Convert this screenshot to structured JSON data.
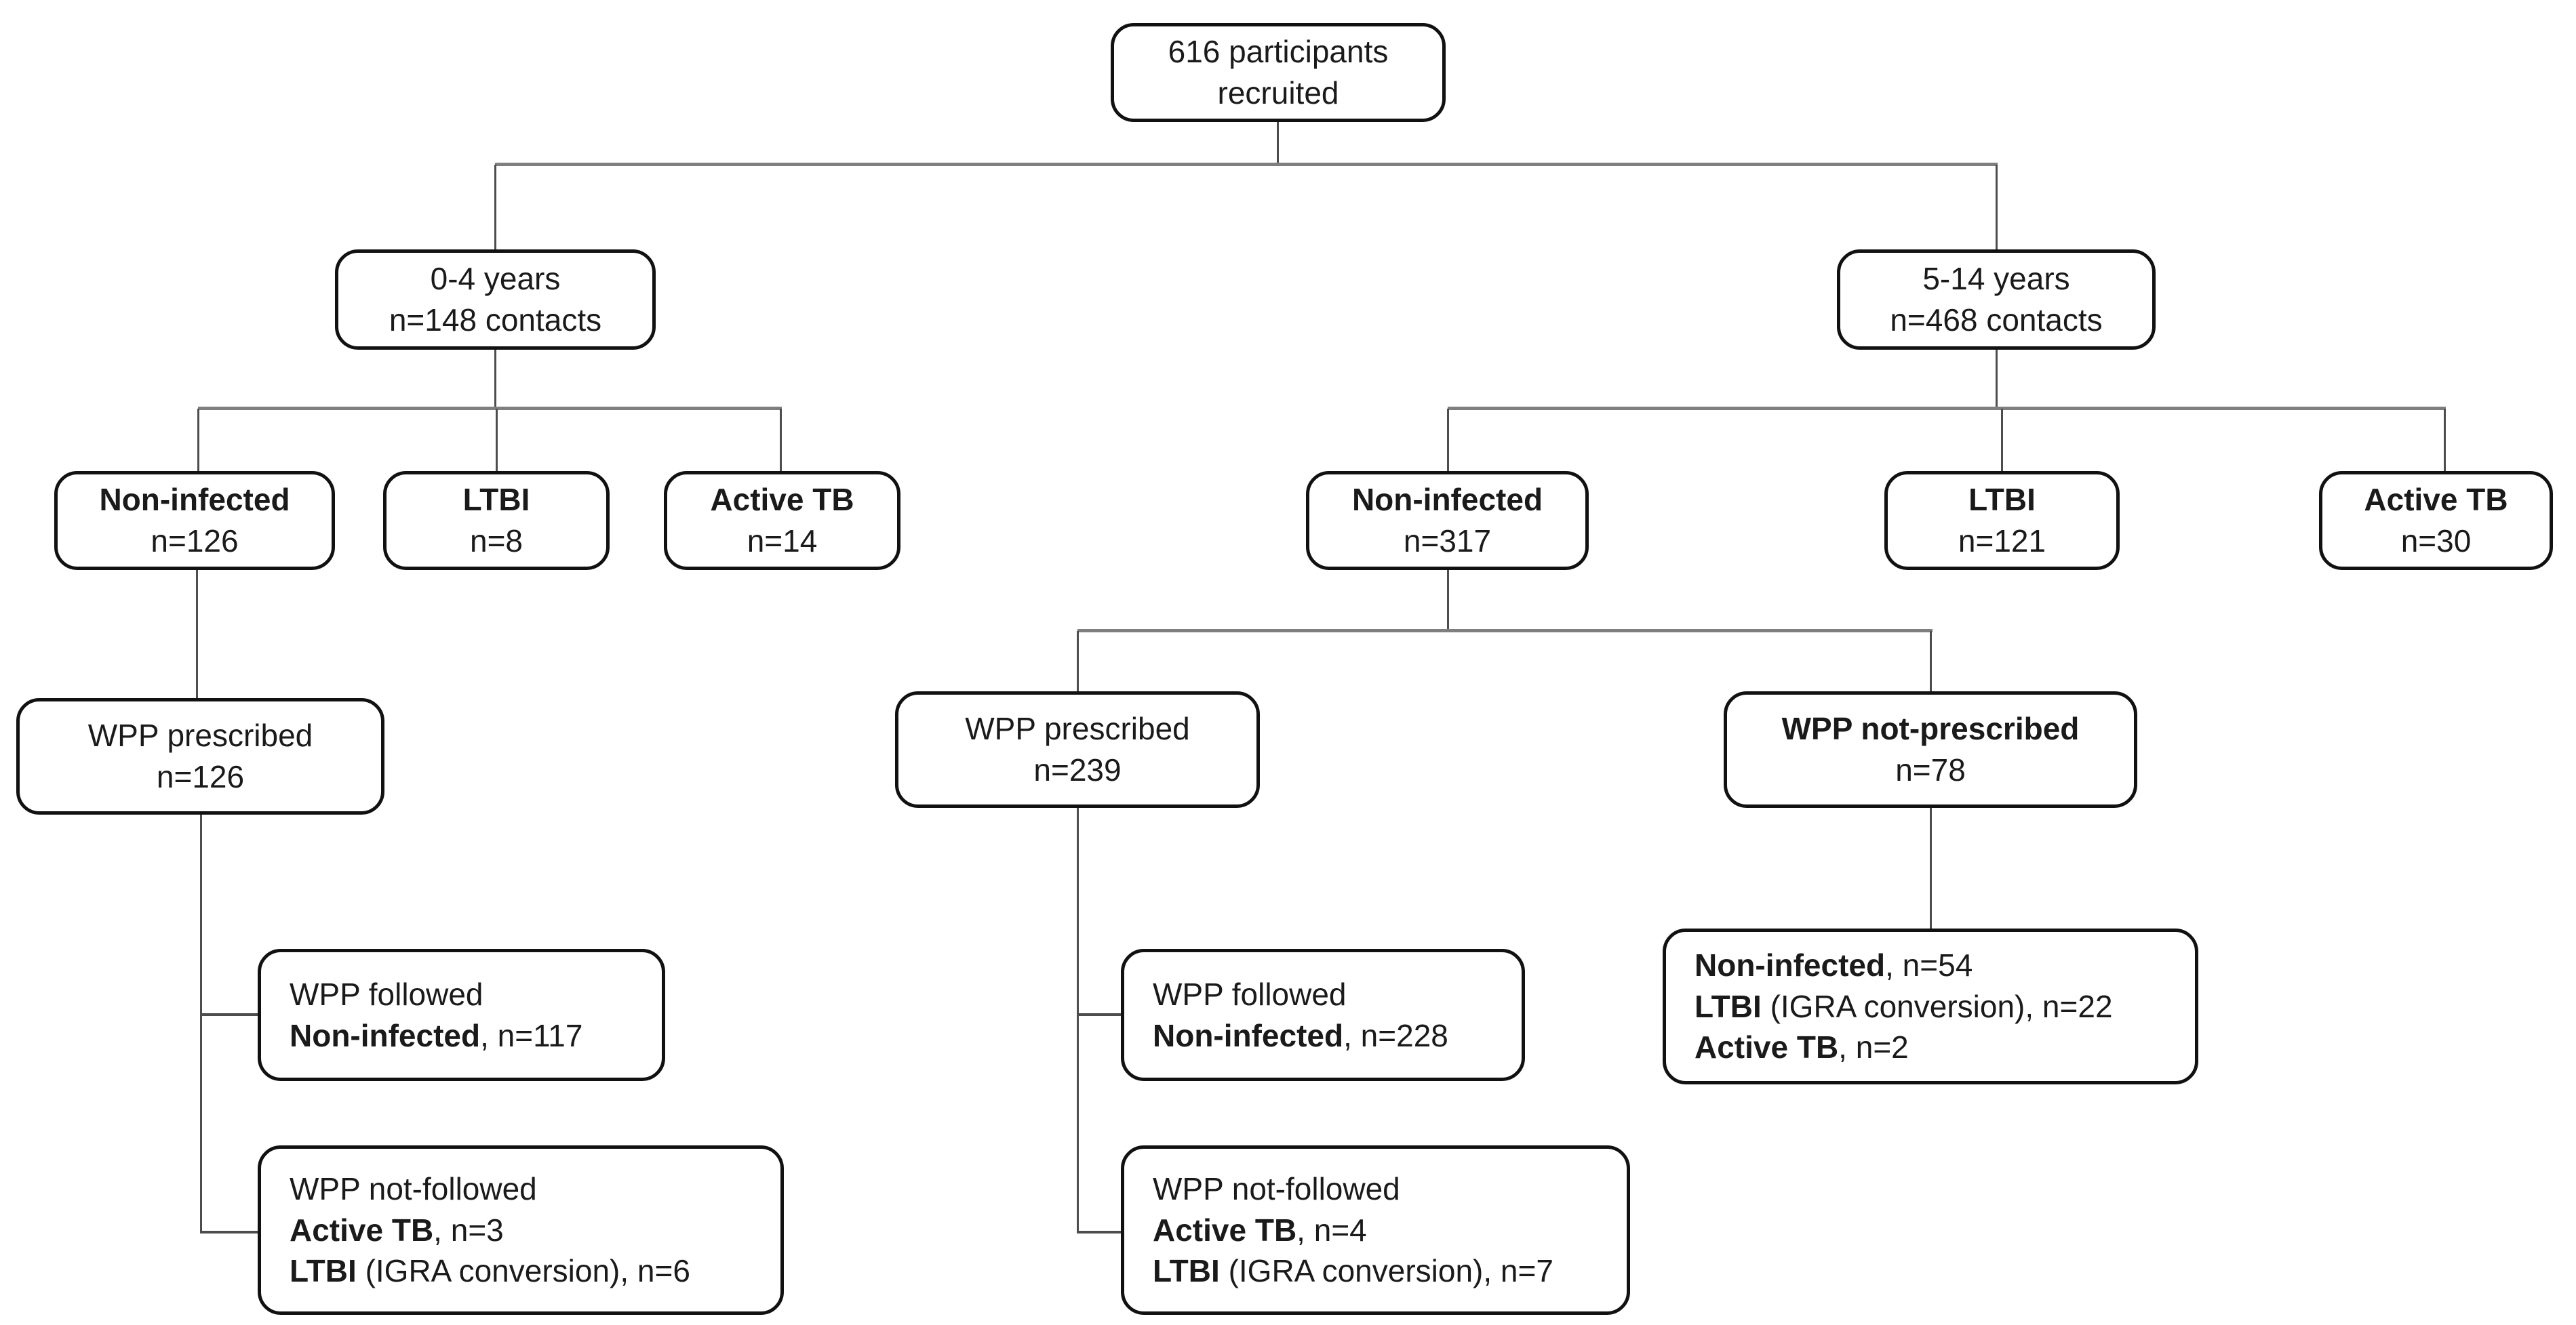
{
  "figure": {
    "type": "flowchart",
    "description": "Participant flow by age group, TB infection status, WPP prescription and follow-up"
  },
  "colors": {
    "box_border": "#111111",
    "box_fill": "#ffffff",
    "text": "#1a1a1a",
    "line_v": "#4d4d4d",
    "line_h": "#7f7f7f"
  },
  "nodes": {
    "recruited": {
      "line1": "616 participants",
      "line2": "recruited"
    },
    "age_0_4": {
      "line1": "0-4 years",
      "line2": "n=148 contacts"
    },
    "age_5_14": {
      "line1": "5-14 years",
      "line2": "n=468 contacts"
    },
    "noninfected_0_4": {
      "title": "Non-infected",
      "count": "n=126"
    },
    "ltbi_0_4": {
      "title": "LTBI",
      "count": "n=8"
    },
    "activetb_0_4": {
      "title": "Active TB",
      "count": "n=14"
    },
    "noninfected_5_14": {
      "title": "Non-infected",
      "count": "n=317"
    },
    "ltbi_5_14": {
      "title": "LTBI",
      "count": "n=121"
    },
    "activetb_5_14": {
      "title": "Active TB",
      "count": "n=30"
    },
    "wpp_prescribed_0_4": {
      "line1": "WPP prescribed",
      "line2": "n=126"
    },
    "wpp_prescribed_5_14": {
      "line1": "WPP prescribed",
      "line2": "n=239"
    },
    "wpp_not_prescribed_5_14": {
      "title": "WPP not-prescribed",
      "count": "n=78"
    },
    "wpp_followed_0_4": {
      "line1": "WPP followed",
      "line2_bold": "Non-infected",
      "line2_rest": ", n=117"
    },
    "wpp_not_followed_0_4": {
      "line1": "WPP not-followed",
      "line2_bold": "Active TB",
      "line2_rest": ", n=3",
      "line3_bold": "LTBI",
      "line3_rest": " (IGRA conversion), n=6"
    },
    "wpp_followed_5_14": {
      "line1": "WPP followed",
      "line2_bold": "Non-infected",
      "line2_rest": ", n=228"
    },
    "wpp_not_followed_5_14": {
      "line1": "WPP not-followed",
      "line2_bold": "Active TB",
      "line2_rest": ", n=4",
      "line3_bold": "LTBI",
      "line3_rest": " (IGRA conversion), n=7"
    },
    "outcome_not_prescribed": {
      "line1_bold": "Non-infected",
      "line1_rest": ", n=54",
      "line2_bold": "LTBI",
      "line2_rest": " (IGRA conversion), n=22",
      "line3_bold": "Active TB",
      "line3_rest": ", n=2"
    }
  }
}
